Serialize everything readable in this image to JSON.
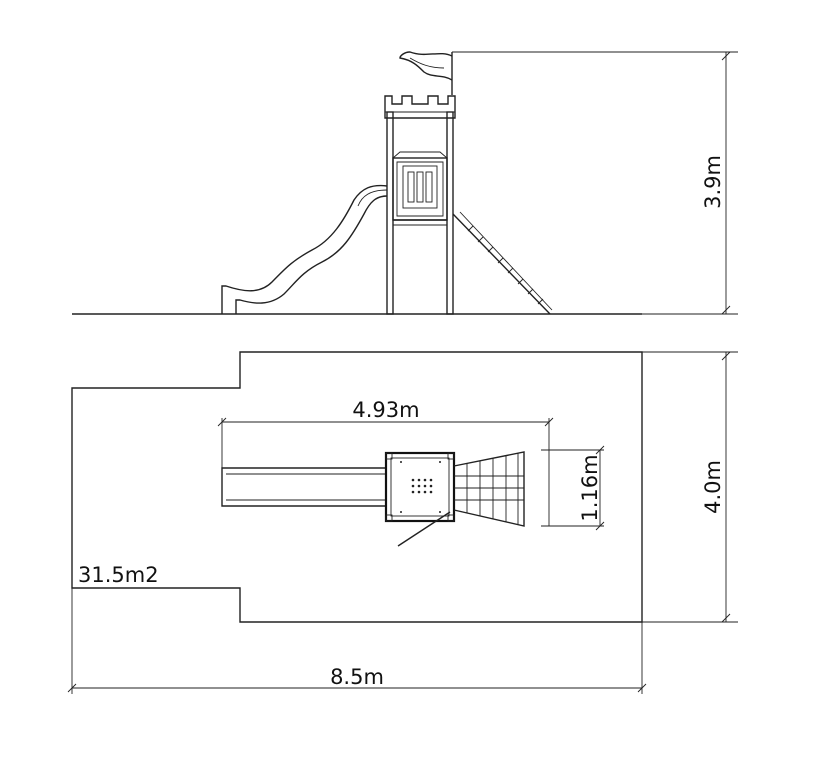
{
  "elevation": {
    "height_label": "3.9m"
  },
  "plan": {
    "overall_length_label": "8.5m",
    "overall_width_label": "4.0m",
    "equipment_length_label": "4.93m",
    "equipment_width_label": "1.16m",
    "area_label": "31.5m2"
  }
}
